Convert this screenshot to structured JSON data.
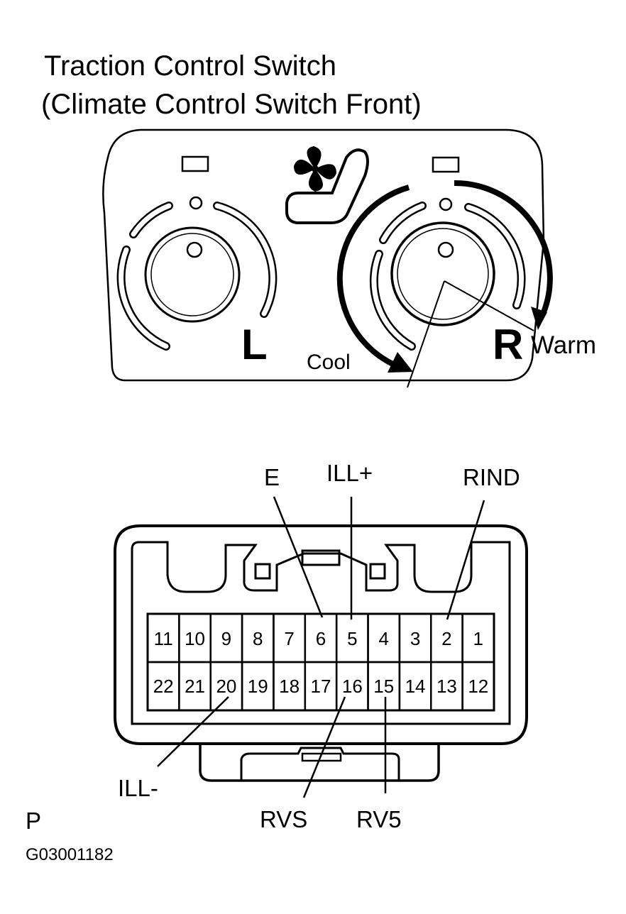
{
  "title": {
    "line1": "Traction Control Switch",
    "line2": "(Climate Control Switch Front)"
  },
  "switch_panel": {
    "left_knob_label": "L",
    "right_knob_label": "R",
    "cool_label": "Cool",
    "warm_label": "Warm",
    "icon": "fan-seat-icon"
  },
  "connector": {
    "top_row_pins": [
      "11",
      "10",
      "9",
      "8",
      "7",
      "6",
      "5",
      "4",
      "3",
      "2",
      "1"
    ],
    "bottom_row_pins": [
      "22",
      "21",
      "20",
      "19",
      "18",
      "17",
      "16",
      "15",
      "14",
      "13",
      "12"
    ],
    "callouts": {
      "E": "E",
      "ILL_plus": "ILL+",
      "RIND": "RIND",
      "ILL_minus": "ILL-",
      "RVS": "RVS",
      "RV5": "RV5"
    }
  },
  "footer": {
    "side_letter": "P",
    "figure_code": "G03001182"
  }
}
